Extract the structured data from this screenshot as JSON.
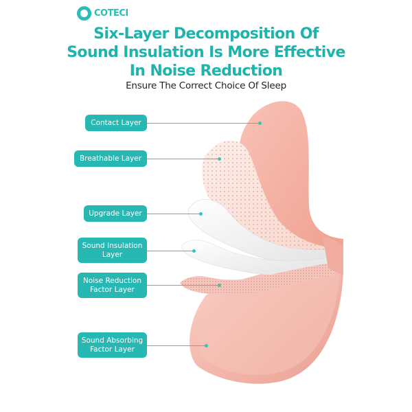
{
  "brand": {
    "logo_text": "COTECI",
    "color": "#2bbdb8"
  },
  "headline": {
    "line1": "Six-Layer Decomposition Of",
    "line2": "Sound Insulation Is More Effective",
    "line3": "In Noise Reduction",
    "color": "#1fb3ad"
  },
  "subtitle": "Ensure The Correct Choice Of Sleep",
  "labels": {
    "contact": "Contact Layer",
    "breathable": "Breathable Layer",
    "upgrade": "Upgrade Layer",
    "sound_insulation": "Sound Insulation Layer",
    "noise_reduction": "Noise Reduction Factor Layer",
    "sound_absorbing": "Sound Absorbing Factor Layer"
  },
  "colors": {
    "pill": "#28b8b3",
    "layer_pink": "#f2b3a7"
  }
}
